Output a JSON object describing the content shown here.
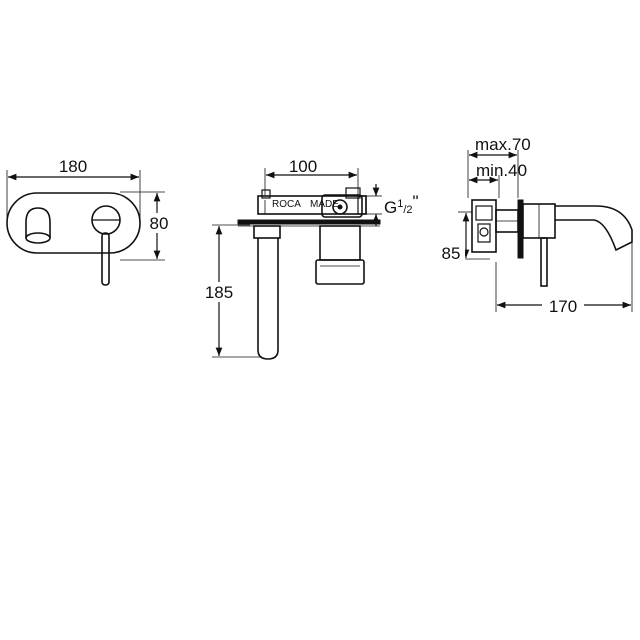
{
  "front_view": {
    "width_label": "180",
    "height_label": "80"
  },
  "side_view": {
    "depth_label": "100",
    "thread_label_prefix": "G",
    "thread_label_num": "1",
    "thread_label_den": "2",
    "thread_label_suffix": "\"",
    "drop_label": "185",
    "body_marking_1": "ROCA",
    "body_marking_2": "MADE"
  },
  "profile_view": {
    "max_label": "max.70",
    "min_label": "min.40",
    "height_label": "85",
    "reach_label": "170"
  },
  "colors": {
    "line": "#111111",
    "background": "#ffffff"
  }
}
